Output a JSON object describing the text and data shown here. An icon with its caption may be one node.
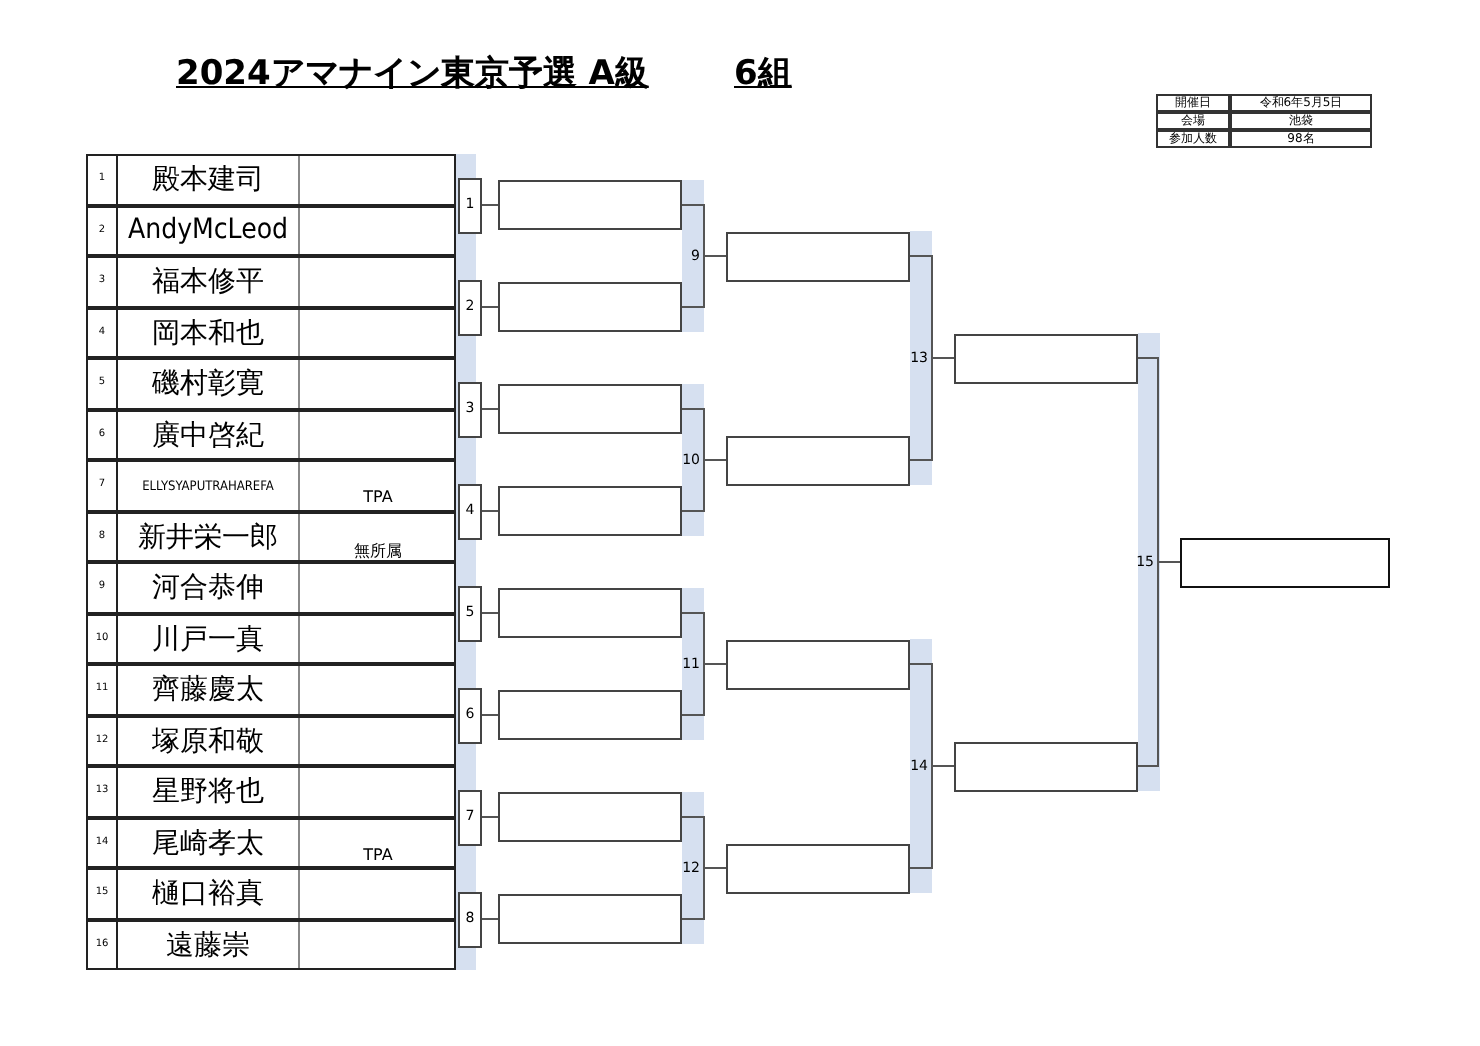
{
  "diagram": {
    "title": "2024アマナイン東京予選 A級",
    "nodes": [
      {
        "text": [
          "1",
          "殿本建司"
        ]
      },
      {
        "text": [
          "2",
          "AndyMcLeod"
        ]
      },
      {
        "text": [
          "3",
          "福本修平"
        ]
      },
      {
        "text": [
          "4",
          "岡本和也"
        ]
      },
      {
        "text": [
          "5",
          "磯村彰寛"
        ]
      },
      {
        "text": [
          "6",
          "廣中啓紀"
        ]
      },
      {
        "text": [
          "7",
          "ELLYSYAPUTRAHAREFA",
          "TPA"
        ]
      },
      {
        "text": [
          "8",
          "新井栄一郎",
          "無所属"
        ]
      },
      {
        "text": [
          "9",
          "河合恭伸"
        ]
      },
      {
        "text": [
          "10",
          "川戸一真"
        ]
      },
      {
        "text": [
          "11",
          "齊藤慶太"
        ]
      },
      {
        "text": [
          "12",
          "塚原和敬"
        ]
      },
      {
        "text": [
          "13",
          "星野将也"
        ]
      },
      {
        "text": [
          "14",
          "尾崎孝太",
          "TPA"
        ]
      },
      {
        "text": [
          "15",
          "樋口裕真"
        ]
      },
      {
        "text": [
          "16",
          "遠藤崇"
        ]
      },
      {
        "text": [
          "1"
        ]
      },
      {
        "text": [
          "2"
        ]
      },
      {
        "text": [
          "3"
        ]
      },
      {
        "text": [
          "4"
        ]
      },
      {
        "text": [
          "5"
        ]
      },
      {
        "text": [
          "6"
        ]
      },
      {
        "text": [
          "7"
        ]
      },
      {
        "text": [
          "8"
        ]
      },
      {
        "text": [],
        "shape": "box"
      },
      {
        "text": [],
        "shape": "box"
      },
      {
        "text": [],
        "shape": "box"
      },
      {
        "text": [],
        "shape": "box"
      },
      {
        "text": [],
        "shape": "box"
      },
      {
        "text": [],
        "shape": "box"
      },
      {
        "text": [],
        "shape": "box"
      },
      {
        "text": [],
        "shape": "box"
      },
      {
        "text": [],
        "shape": "box",
        "beside": [
          "9"
        ]
      },
      {
        "text": [],
        "shape": "box",
        "beside": [
          "10"
        ]
      },
      {
        "text": [],
        "shape": "box",
        "beside": [
          "11"
        ]
      },
      {
        "text": [],
        "shape": "box",
        "beside": [
          "12"
        ]
      },
      {
        "text": [],
        "shape": "box",
        "beside": [
          "13"
        ]
      },
      {
        "text": [],
        "shape": "box",
        "beside": [
          "14"
        ]
      },
      {
        "text": [],
        "shape": "box",
        "beside": [
          "15"
        ]
      }
    ],
    "edges": [
      {
        "from": 16,
        "to": 24,
        "arrow": "none"
      },
      {
        "from": 17,
        "to": 25,
        "arrow": "none"
      },
      {
        "from": 18,
        "to": 26,
        "arrow": "none"
      },
      {
        "from": 19,
        "to": 27,
        "arrow": "none"
      },
      {
        "from": 20,
        "to": 28,
        "arrow": "none"
      },
      {
        "from": 21,
        "to": 29,
        "arrow": "none"
      },
      {
        "from": 22,
        "to": 30,
        "arrow": "none"
      },
      {
        "from": 23,
        "to": 31,
        "arrow": "none"
      },
      {
        "from": 24,
        "to": 32,
        "arrow": "none"
      },
      {
        "from": 25,
        "to": 32,
        "arrow": "none"
      },
      {
        "from": 26,
        "to": 33,
        "arrow": "none"
      },
      {
        "from": 27,
        "to": 33,
        "arrow": "none"
      },
      {
        "from": 28,
        "to": 34,
        "arrow": "none"
      },
      {
        "from": 29,
        "to": 34,
        "arrow": "none"
      },
      {
        "from": 30,
        "to": 35,
        "arrow": "none"
      },
      {
        "from": 31,
        "to": 35,
        "arrow": "none"
      },
      {
        "from": 32,
        "to": 36,
        "arrow": "none"
      },
      {
        "from": 33,
        "to": 36,
        "arrow": "none"
      },
      {
        "from": 34,
        "to": 37,
        "arrow": "none"
      },
      {
        "from": 35,
        "to": 37,
        "arrow": "none"
      },
      {
        "from": 36,
        "to": 38,
        "arrow": "none"
      },
      {
        "from": 37,
        "to": 38,
        "arrow": "none"
      }
    ],
    "labels": [
      "6組",
      "開催日",
      "令和6年5月5日",
      "会場",
      "池袋",
      "参加人数",
      "98名"
    ]
  }
}
